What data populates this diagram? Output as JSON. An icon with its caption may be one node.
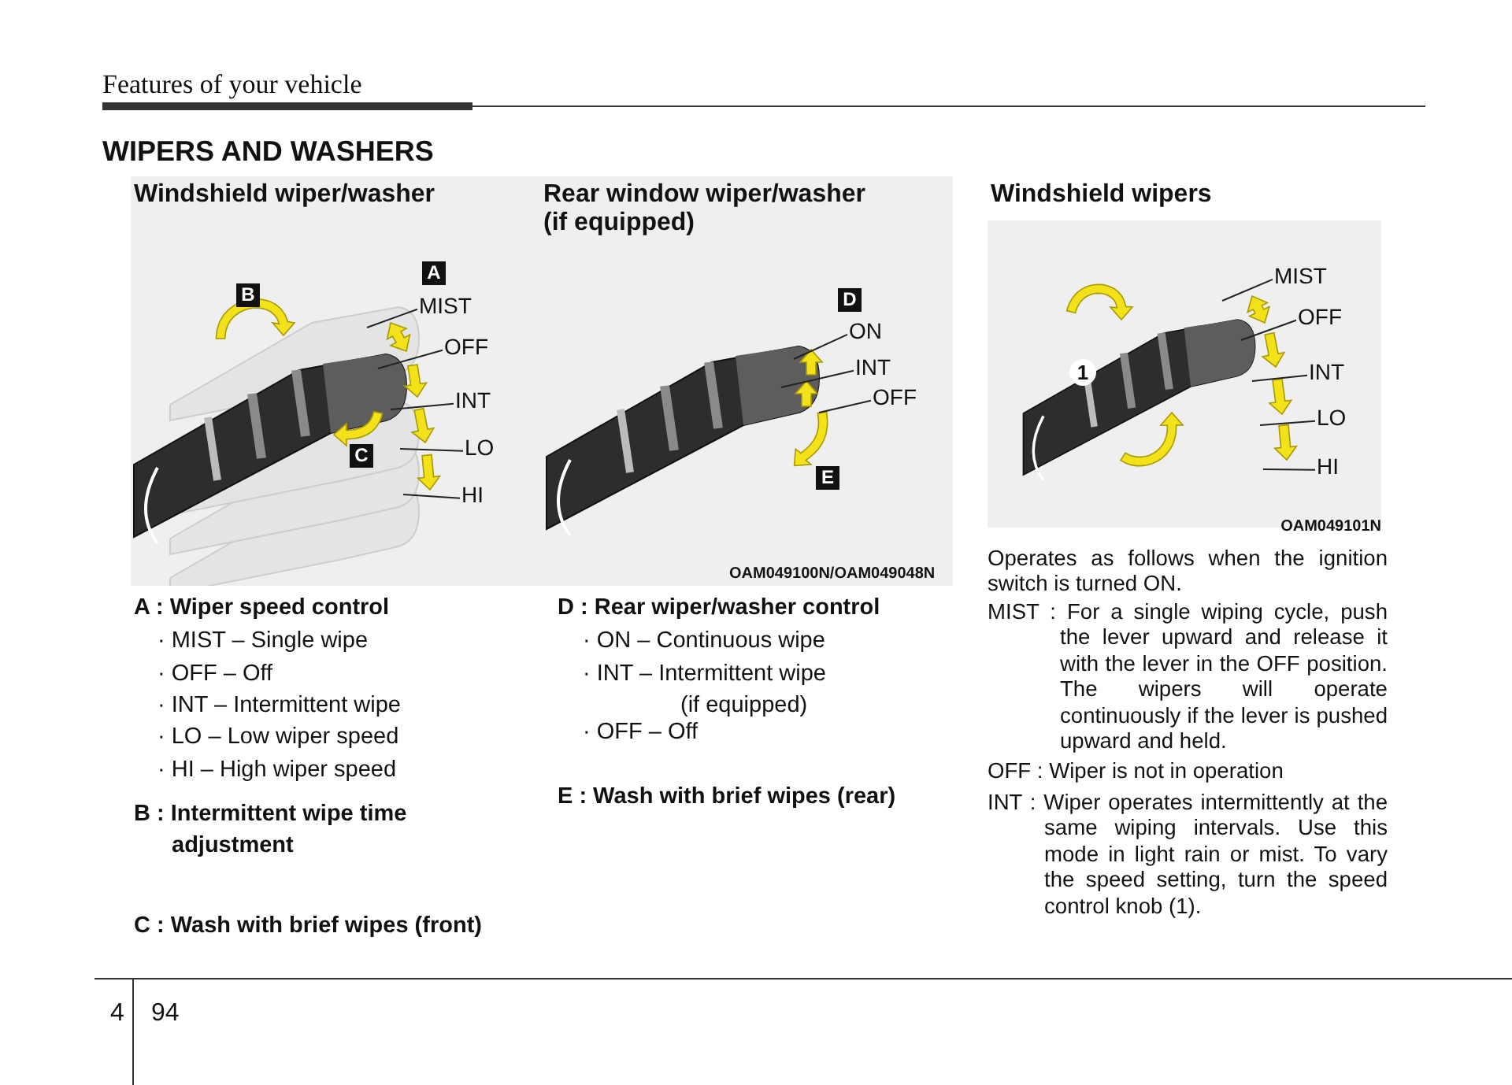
{
  "diagram": {
    "title": "WIPERS AND WASHERS",
    "nodes": [
      {
        "text": [
          "Windshield wiper/washer"
        ]
      },
      {
        "text": [
          "A"
        ],
        "in": 0
      },
      {
        "text": [
          "B"
        ],
        "in": 0
      },
      {
        "text": [
          "C"
        ],
        "in": 0
      },
      {
        "text": [
          "MIST"
        ],
        "in": 0
      },
      {
        "text": [
          "OFF"
        ],
        "in": 0
      },
      {
        "text": [
          "INT"
        ],
        "in": 0
      },
      {
        "text": [
          "LO"
        ],
        "in": 0
      },
      {
        "text": [
          "HI"
        ],
        "in": 0
      },
      {
        "text": [
          "Rear window wiper/washer (if equipped)"
        ]
      },
      {
        "text": [
          "D"
        ],
        "in": 9
      },
      {
        "text": [
          "E"
        ],
        "in": 9
      },
      {
        "text": [
          "ON"
        ],
        "in": 9
      },
      {
        "text": [
          "INT"
        ],
        "in": 9
      },
      {
        "text": [
          "OFF"
        ],
        "in": 9
      },
      {
        "text": [
          "Windshield wipers"
        ],
        "beside": [
          "OAM049101N"
        ]
      },
      {
        "text": [
          "1"
        ],
        "in": 15
      },
      {
        "text": [
          "MIST"
        ],
        "in": 15
      },
      {
        "text": [
          "OFF"
        ],
        "in": 15
      },
      {
        "text": [
          "INT"
        ],
        "in": 15
      },
      {
        "text": [
          "LO"
        ],
        "in": 15
      },
      {
        "text": [
          "HI"
        ],
        "in": 15
      }
    ],
    "edges": [
      {
        "from": 4,
        "to": null,
        "arrow": "none"
      },
      {
        "from": 5,
        "to": null,
        "arrow": "none"
      },
      {
        "from": 6,
        "to": null,
        "arrow": "none"
      },
      {
        "from": 7,
        "to": null,
        "arrow": "none"
      },
      {
        "from": 8,
        "to": null,
        "arrow": "none"
      },
      {
        "from": 12,
        "to": null,
        "arrow": "none"
      },
      {
        "from": 13,
        "to": null,
        "arrow": "none"
      },
      {
        "from": 14,
        "to": null,
        "arrow": "none"
      },
      {
        "from": 17,
        "to": null,
        "arrow": "none"
      },
      {
        "from": 18,
        "to": null,
        "arrow": "none"
      },
      {
        "from": 19,
        "to": null,
        "arrow": "none"
      },
      {
        "from": 20,
        "to": null,
        "arrow": "none"
      },
      {
        "from": 21,
        "to": null,
        "arrow": "none"
      }
    ],
    "labels": [
      "Features of your vehicle",
      "A : Wiper speed control",
      "· MIST – Single wipe",
      "· OFF – Off",
      "· INT – Intermittent wipe",
      "· LO – Low wiper speed",
      "· HI – High wiper speed",
      "B : Intermittent wipe time adjustment",
      "C : Wash with brief wipes (front)",
      "D : Rear wiper/washer control",
      "· ON – Continuous wipe",
      "· INT – Intermittent wipe (if equipped)",
      "· OFF – Off",
      "E : Wash with brief wipes (rear)",
      "OAM049100N/OAM049048N",
      "Operates as follows when the ignition switch is turned ON.",
      "MIST : For a single wiping cycle, push the lever upward and release it with the lever in the OFF position. The wipers will operate continuously if the lever is pushed upward and held.",
      "OFF : Wiper is not in operation",
      "INT : Wiper operates intermittently at the same wiping intervals. Use this mode in light rain or mist. To vary the speed setting, turn the speed control knob (1).",
      "4",
      "94"
    ]
  }
}
